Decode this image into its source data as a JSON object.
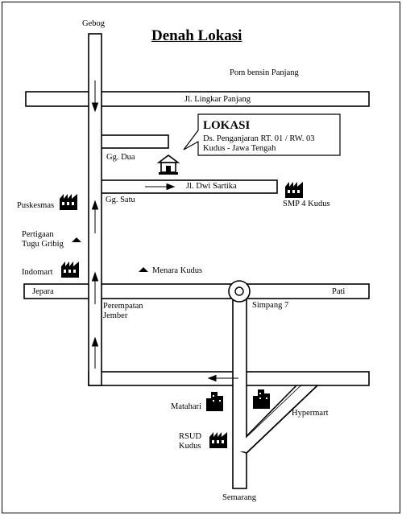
{
  "title": "Denah Lokasi",
  "callout": {
    "heading": "LOKASI",
    "line1": "Ds. Penganjaran RT. 01 / RW. 03",
    "line2": "Kudus - Jawa Tengah"
  },
  "places": {
    "gebog": "Gebog",
    "pom_bensin": "Pom bensin Panjang",
    "jl_lingkar": "Jl. Lingkar Panjang",
    "gg_dua": "Gg. Dua",
    "gg_satu": "Gg. Satu",
    "jl_dwi_sartika": "Jl. Dwi Sartika",
    "smp4": "SMP 4 Kudus",
    "puskesmas": "Puskesmas",
    "pertigaan": "Pertigaan\nTugu Gribig",
    "menara": "Menara Kudus",
    "indomart": "Indomart",
    "jepara": "Jepara",
    "pati": "Pati",
    "perempatan": "Perempatan\nJember",
    "simpang7": "Simpang 7",
    "matahari": "Matahari",
    "hypermart": "Hypermart",
    "rsud": "RSUD\nKudus",
    "semarang": "Semarang"
  },
  "icons": {
    "house": "house-icon",
    "building": "building-icon",
    "factory": "factory-icon",
    "landmark": "triangle-landmark-icon"
  },
  "colors": {
    "ink": "#000000",
    "paper": "#ffffff"
  }
}
